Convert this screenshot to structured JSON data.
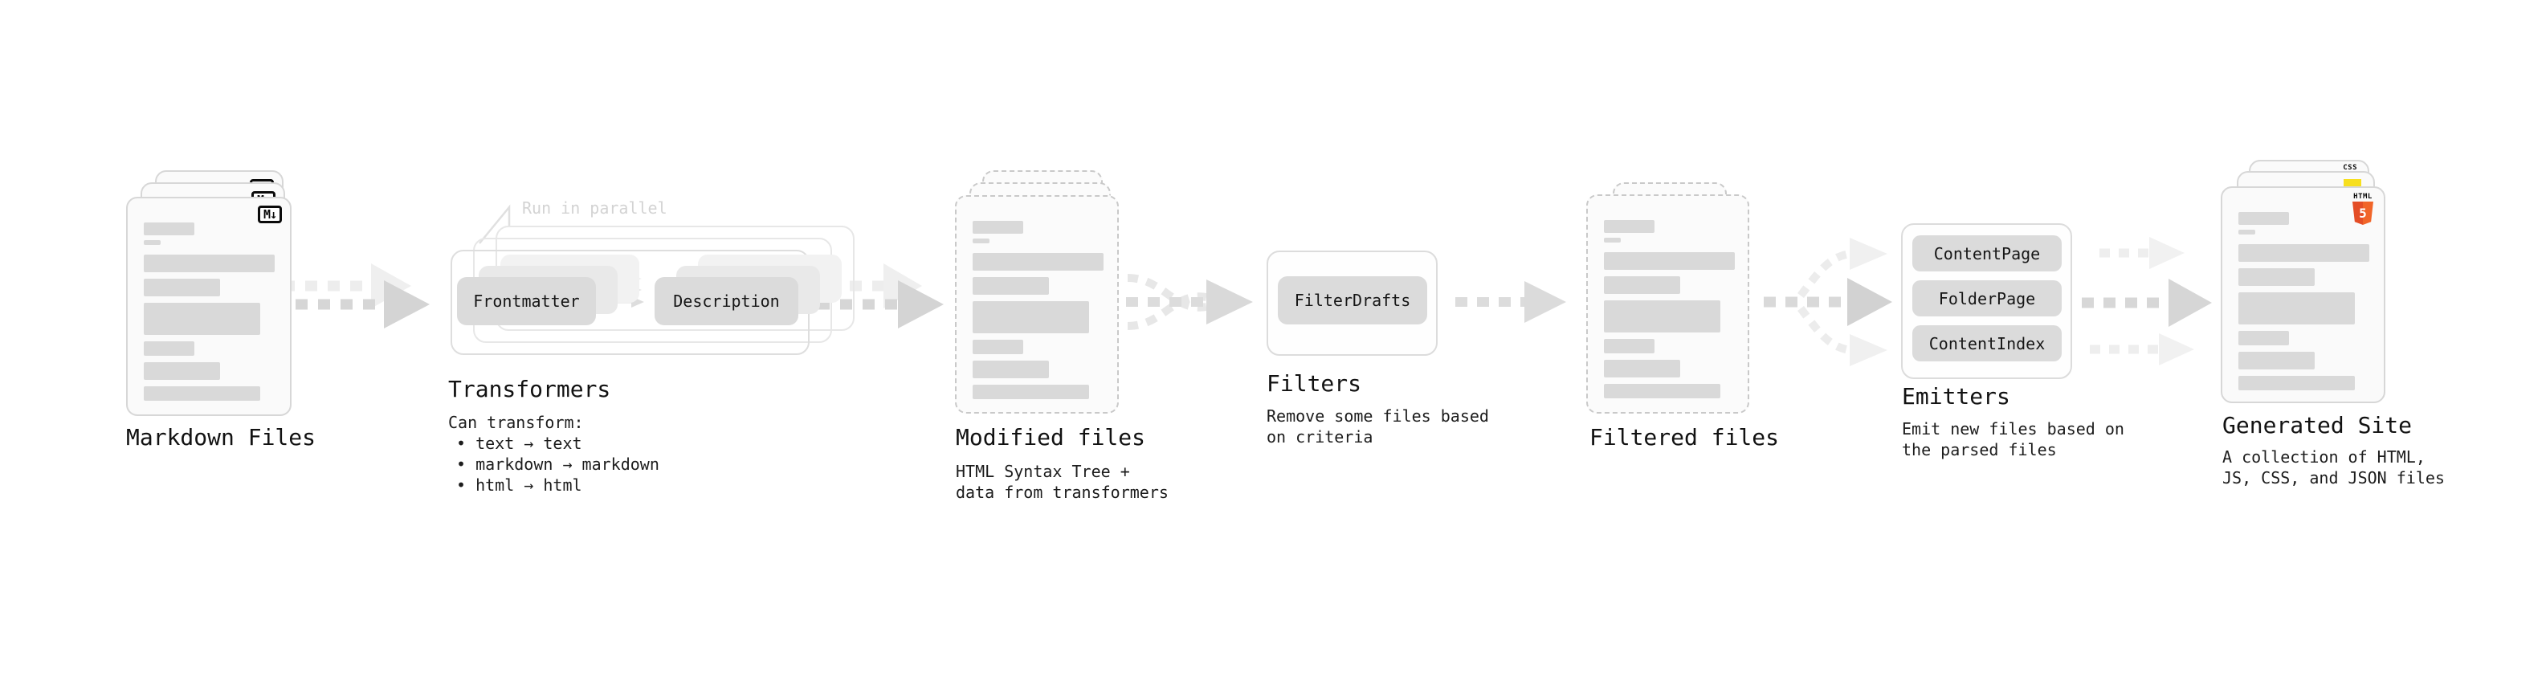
{
  "diagram": {
    "background_color": "#ffffff",
    "callout": {
      "label": "Run in parallel"
    },
    "stages": {
      "markdown_files": {
        "title": "Markdown Files",
        "file_badge": "M↓",
        "file_count": 3
      },
      "transformers": {
        "title": "Transformers",
        "pill_left": "Frontmatter",
        "pill_right": "Description",
        "description": "Can transform:",
        "bullets": [
          "• text → text",
          "• markdown → markdown",
          "• html → html"
        ]
      },
      "modified_files": {
        "title": "Modified files",
        "subtitle_lines": [
          "HTML Syntax Tree +",
          "data from transformers"
        ]
      },
      "filters": {
        "title": "Filters",
        "pill": "FilterDrafts",
        "subtitle_lines": [
          "Remove some files based",
          "on criteria"
        ]
      },
      "filtered_files": {
        "title": "Filtered files"
      },
      "emitters": {
        "title": "Emitters",
        "pills": [
          "ContentPage",
          "FolderPage",
          "ContentIndex"
        ],
        "subtitle_lines": [
          "Emit new files based on",
          "the parsed files"
        ]
      },
      "generated_site": {
        "title": "Generated Site",
        "subtitle_lines": [
          "A collection of HTML,",
          "JS, CSS, and JSON files"
        ],
        "badges": {
          "css_label": "CSS",
          "html_label": "HTML",
          "html_number": "5"
        }
      }
    },
    "colors": {
      "bar_gray": "#d9d9d9",
      "pill_gray": "#dbdbdb",
      "card_border": "#d7d7d7",
      "dashed_border": "#c9c9c9",
      "arrow_gray": "#d6d6d6",
      "arrow_faint": "#ededed",
      "callout_gray": "#d3d3d3",
      "css_blue": "#2a5ce8",
      "js_yellow": "#f7df1e",
      "html_orange": "#e44d26",
      "html_orange_light": "#f16529"
    }
  }
}
